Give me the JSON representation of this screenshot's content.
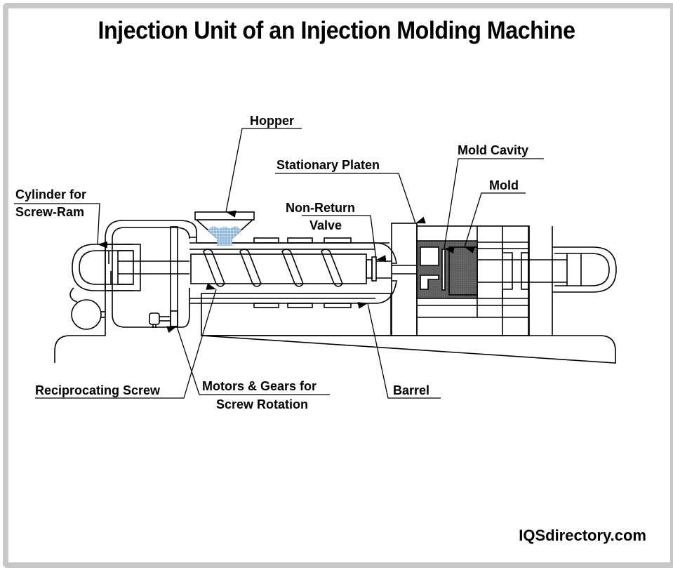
{
  "title": "Injection Unit of an Injection Molding Machine",
  "brand": "IQSdirectory.com",
  "colors": {
    "frame": "#c6c7c9",
    "line": "#000000",
    "mold_fill": "#5a5a5a",
    "hopper_pellets": "#8fb7dd"
  },
  "labels": {
    "hopper": "Hopper",
    "stationary_platen": "Stationary Platen",
    "mold_cavity": "Mold Cavity",
    "mold": "Mold",
    "cylinder_line1": "Cylinder for",
    "cylinder_line2": "Screw-Ram",
    "non_return_line1": "Non-Return",
    "non_return_line2": "Valve",
    "reciprocating_screw": "Reciprocating Screw",
    "motors_line1": "Motors & Gears for",
    "motors_line2": "Screw Rotation",
    "barrel": "Barrel"
  }
}
